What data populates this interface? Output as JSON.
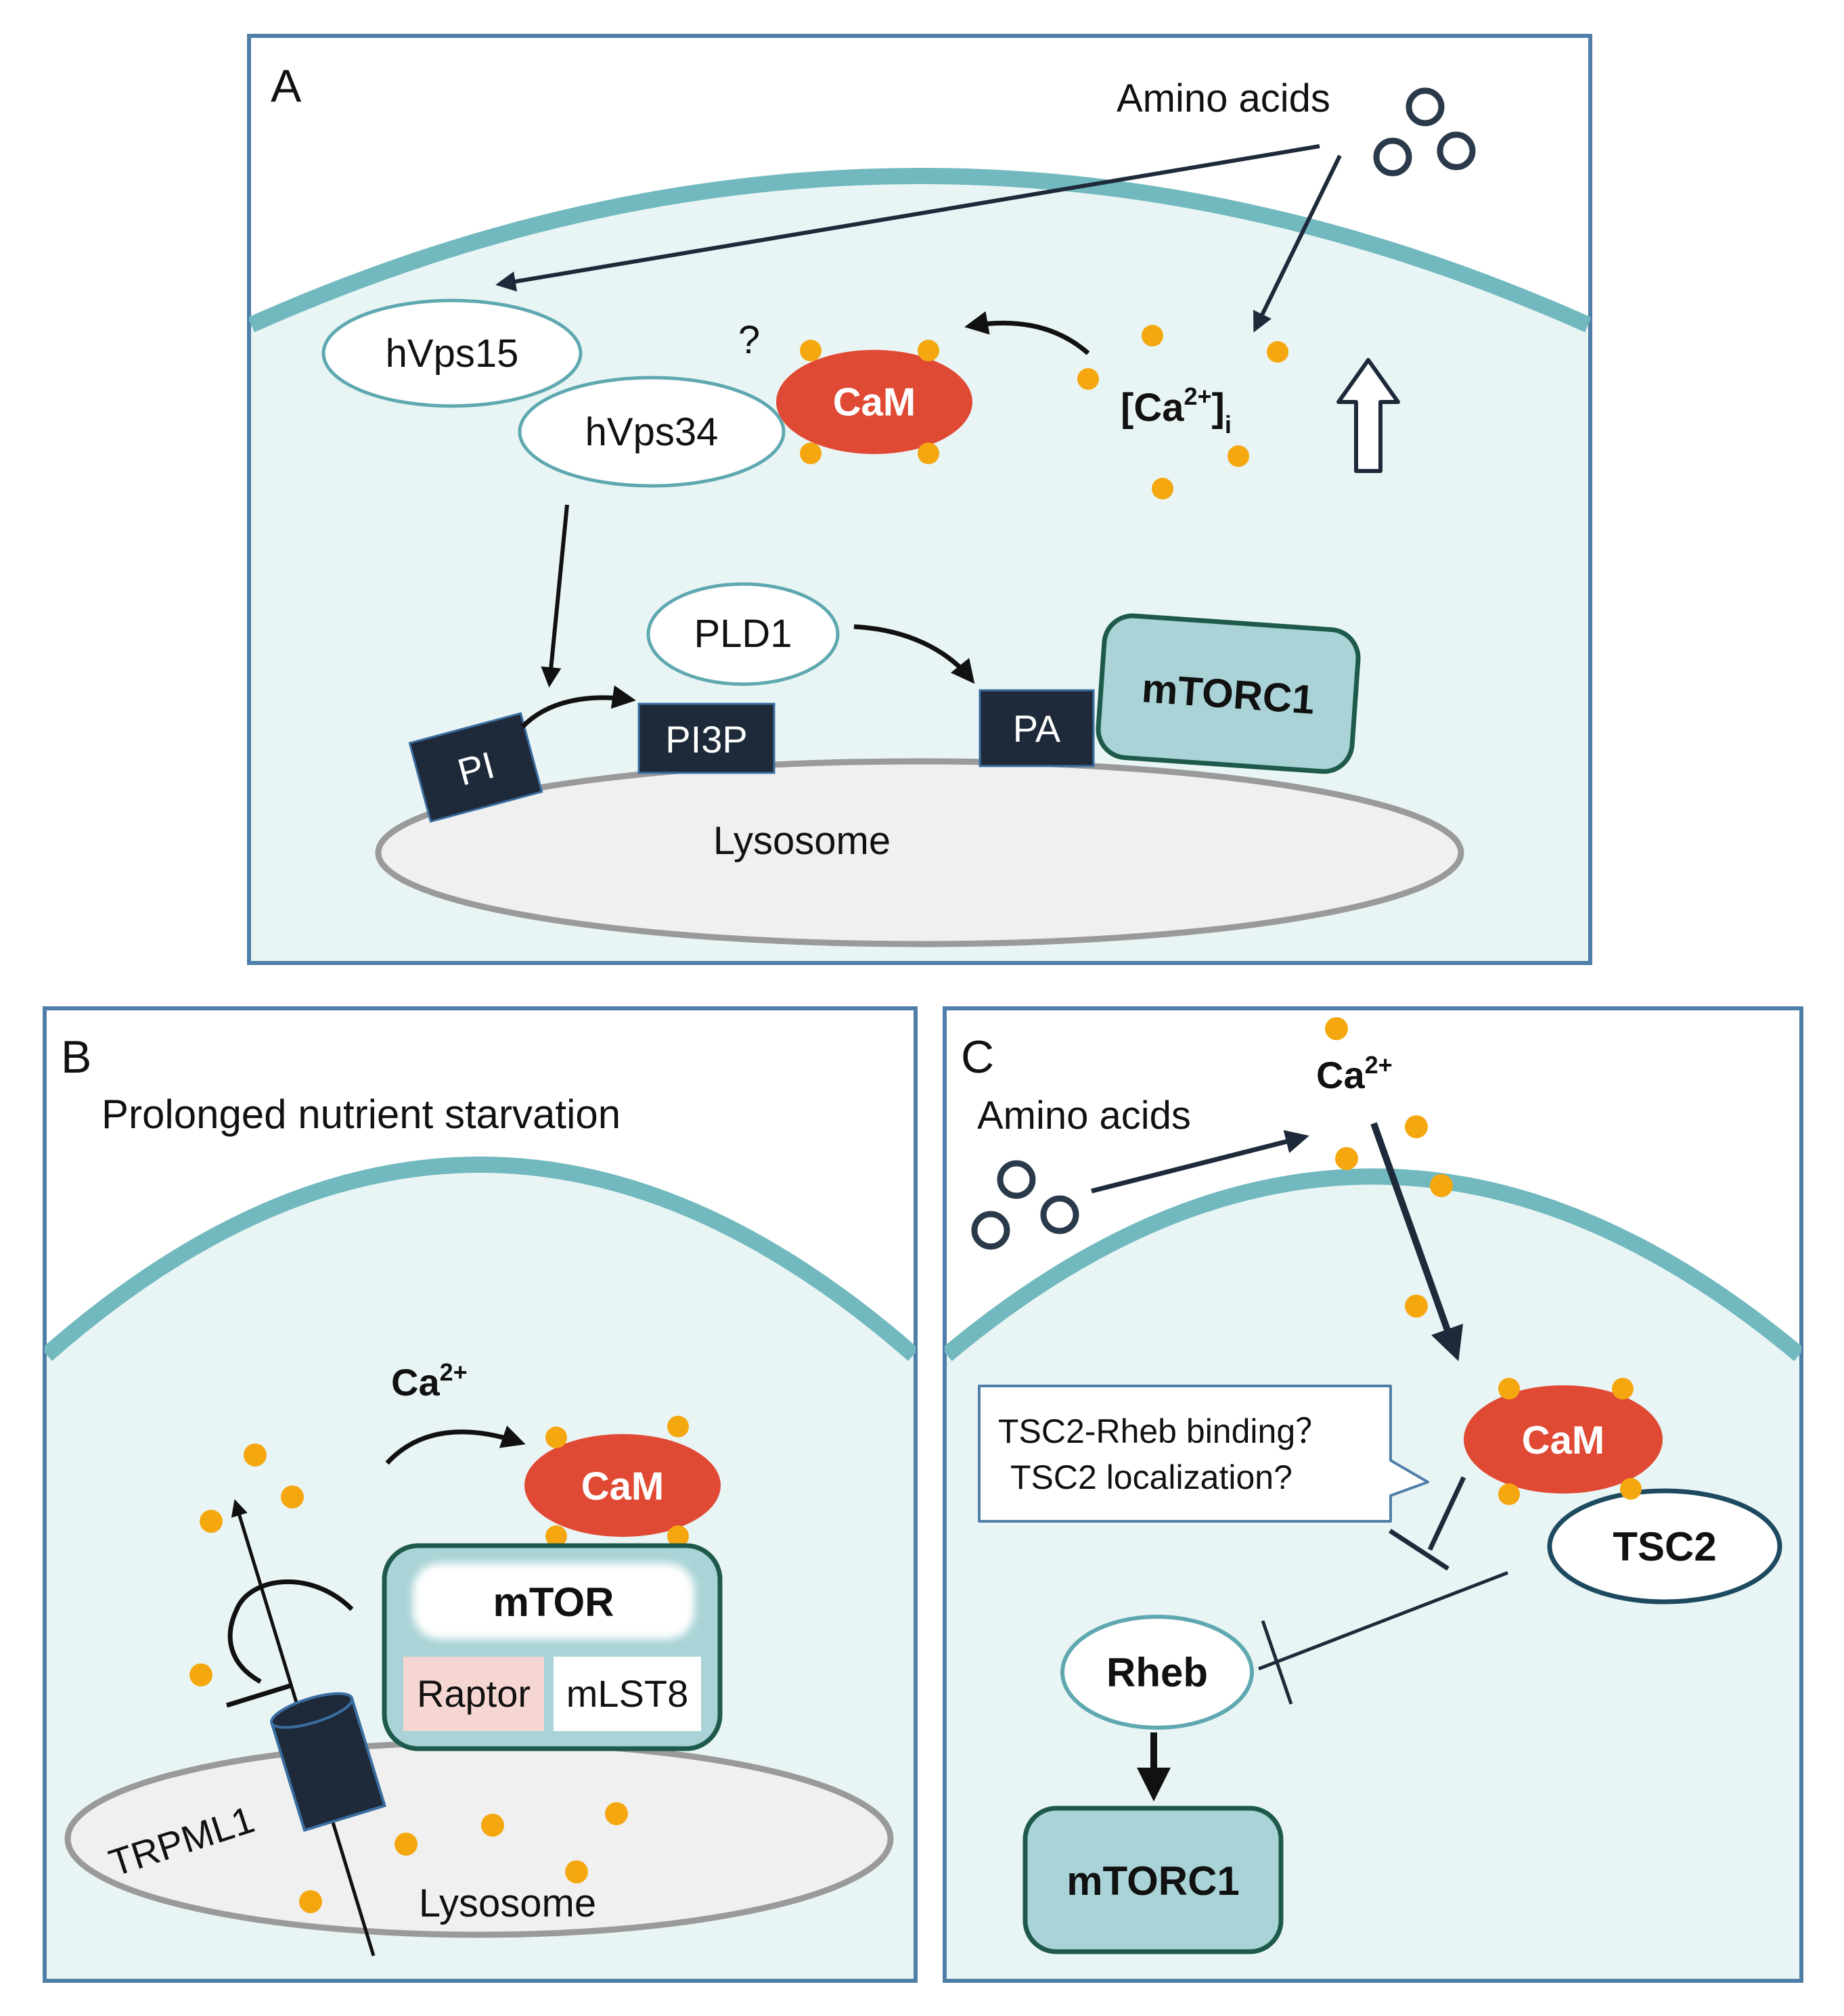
{
  "panels": {
    "a": {
      "letter": "A",
      "amino_acids": "Amino acids",
      "hvps15": "hVps15",
      "hvps34": "hVps34",
      "question": "?",
      "cam": "CaM",
      "ca_main": "[Ca",
      "ca_sup": "2+",
      "ca_close": "]",
      "ca_sub": "i",
      "pld1": "PLD1",
      "pi": "PI",
      "pi3p": "PI3P",
      "pa": "PA",
      "mtorc1": "mTORC1",
      "lysosome": "Lysosome"
    },
    "b": {
      "letter": "B",
      "subtitle": "Prolonged nutrient starvation",
      "ca_main": "Ca",
      "ca_sup": "2+",
      "cam": "CaM",
      "mtor": "mTOR",
      "raptor": "Raptor",
      "mlst8": "mLST8",
      "trpml1": "TRPML1",
      "lysosome": "Lysosome"
    },
    "c": {
      "letter": "C",
      "ca_main": "Ca",
      "ca_sup": "2+",
      "amino_acids": "Amino acids",
      "callout_line1": "TSC2-Rheb binding？",
      "callout_line2": "TSC2 localization?",
      "cam": "CaM",
      "tsc2": "TSC2",
      "rheb": "Rheb",
      "mtorc1": "mTORC1"
    }
  },
  "colors": {
    "panel_border": "#4f7fa8",
    "cell_fill": "#e9f5f5",
    "membrane": "#72b9bf",
    "navy": "#1e2a3a",
    "cam_red": "#e04a35",
    "calcium": "#f5a70f",
    "mtorc1_fill": "#a9d3d6",
    "mtorc1_border": "#1d5a4b",
    "lysosome_fill": "#f0f0f0",
    "lysosome_border": "#9a9a9a",
    "raptor_fill": "#f6d6d2"
  }
}
